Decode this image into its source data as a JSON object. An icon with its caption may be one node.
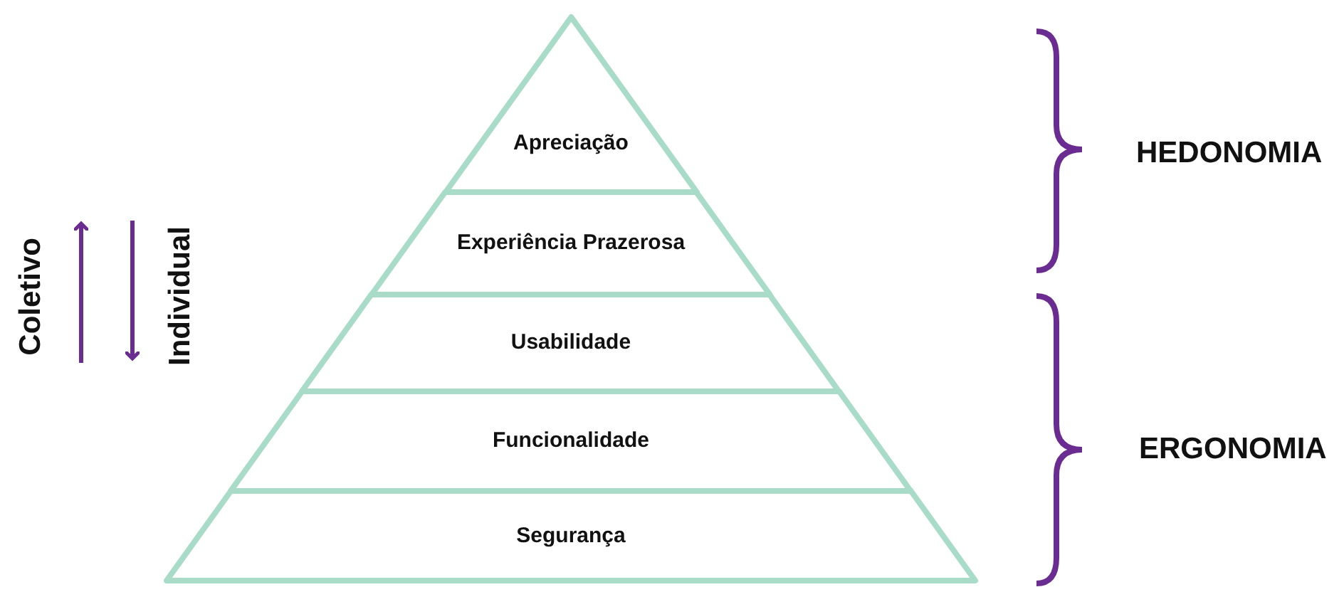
{
  "diagram": {
    "nodes": [
      {
        "text": [
          "Apreciação"
        ]
      },
      {
        "text": [
          "Experiência Prazerosa"
        ]
      },
      {
        "text": [
          "Usabilidade"
        ]
      },
      {
        "text": [
          "Funcionalidade"
        ]
      },
      {
        "text": [
          "Segurança"
        ]
      }
    ],
    "labels": [
      "HEDONOMIA",
      "Coletivo",
      "Individual",
      "ERGONOMIA"
    ]
  }
}
